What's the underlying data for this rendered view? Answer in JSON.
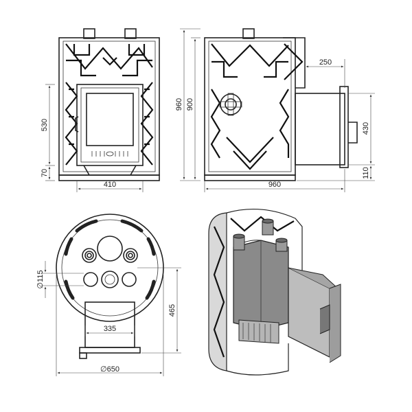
{
  "dimensions": {
    "front_height_530": "530",
    "front_bottom_70": "70",
    "front_width_410": "410",
    "side_height_960": "960",
    "side_height_900": "900",
    "side_depth_250": "250",
    "side_tunnel_430": "430",
    "side_tunnel_110": "110",
    "side_width_960": "960",
    "top_diameter_115": "∅115",
    "top_width_335": "335",
    "top_length_465": "465",
    "top_diameter_650": "∅650"
  }
}
